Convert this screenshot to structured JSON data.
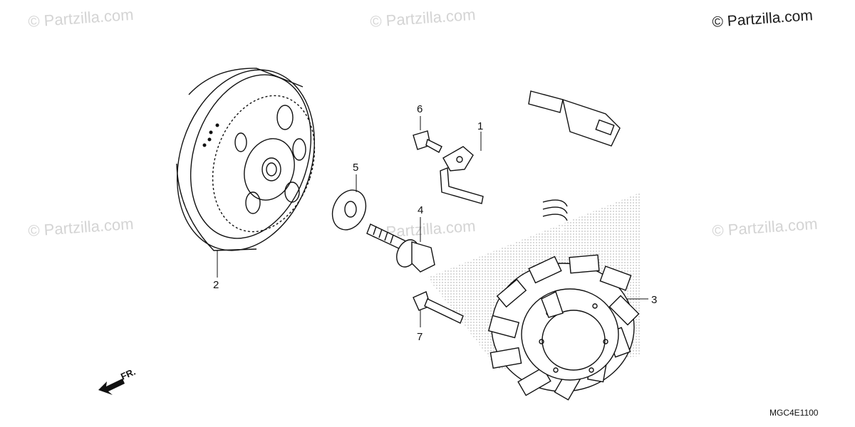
{
  "watermarks": [
    "© Partzilla.com",
    "© Partzilla.com",
    "© Partzilla.com",
    "© Partzilla.com",
    "© Partzilla.com"
  ],
  "copyright": "© Partzilla.com",
  "callouts": [
    "1",
    "2",
    "3",
    "4",
    "5",
    "6",
    "7"
  ],
  "direction_label": "FR.",
  "diagram_code": "MGC4E1100"
}
